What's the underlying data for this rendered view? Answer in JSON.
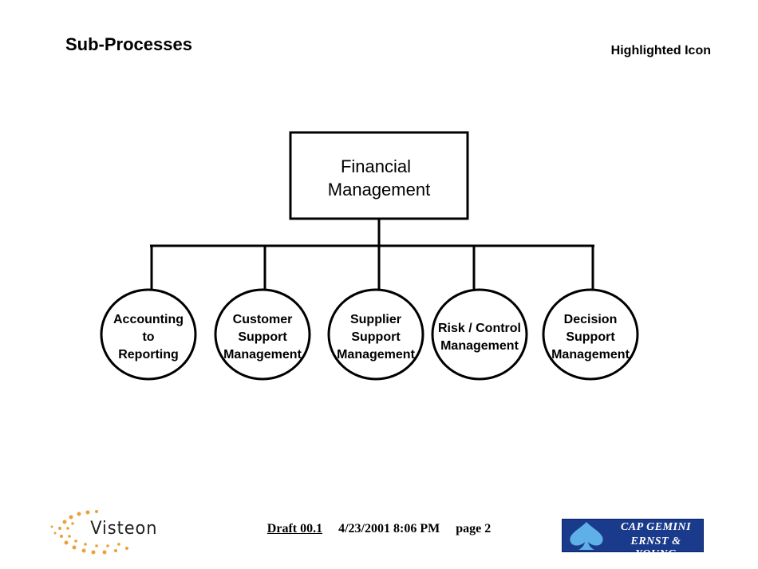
{
  "header": {
    "title": "Sub-Processes",
    "highlight_label": "Highlighted Icon"
  },
  "root": {
    "line1": "Financial",
    "line2": "Management"
  },
  "children": [
    {
      "lines": [
        "Accounting",
        "to",
        "Reporting"
      ]
    },
    {
      "lines": [
        "Customer",
        "Support",
        "Management"
      ]
    },
    {
      "lines": [
        "Supplier",
        "Support",
        "Management"
      ]
    },
    {
      "lines": [
        "Risk / Control",
        "Management"
      ]
    },
    {
      "lines": [
        "Decision",
        "Support",
        "Management"
      ]
    }
  ],
  "footer": {
    "draft": "Draft 00.1",
    "datetime": "4/23/2001 8:06 PM",
    "page": "page 2",
    "logo_left": "Visteon",
    "logo_right_line1": "CAP GEMINI",
    "logo_right_line2": "ERNST & YOUNG"
  }
}
